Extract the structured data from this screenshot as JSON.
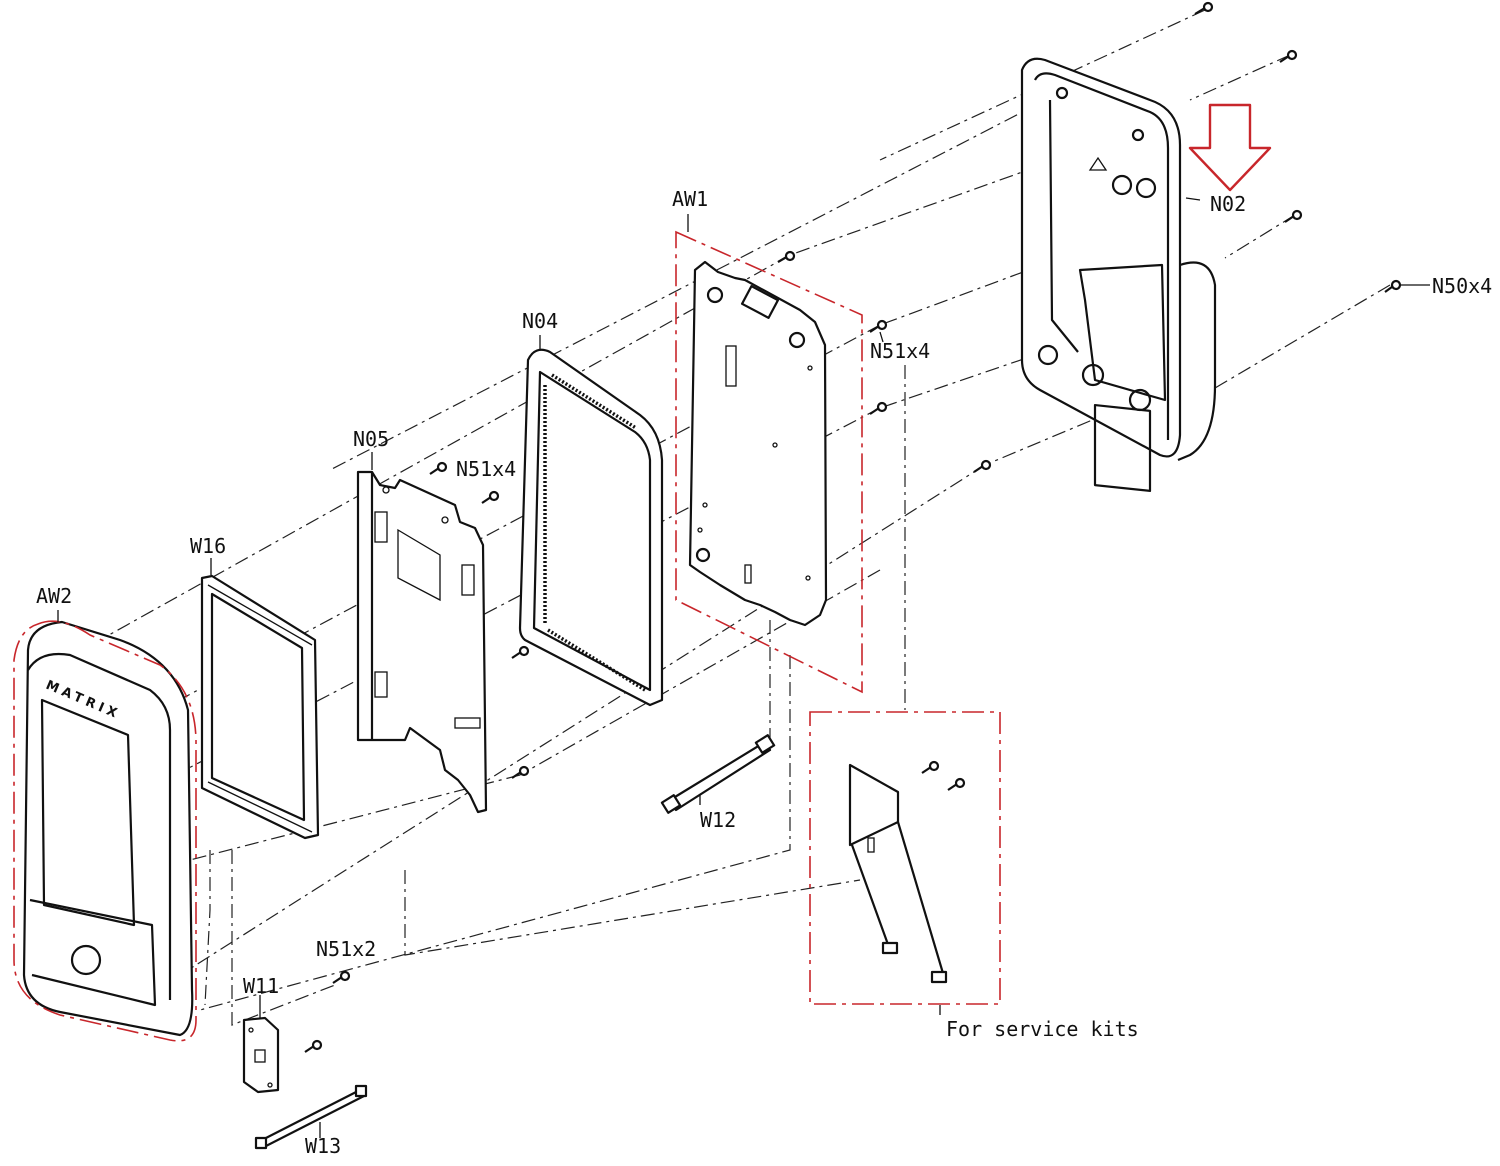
{
  "labels": {
    "aw2": "AW2",
    "w16": "W16",
    "n05": "N05",
    "n51x4_mid": "N51x4",
    "n04": "N04",
    "aw1": "AW1",
    "n51x4_right": "N51x4",
    "n02": "N02",
    "n50x4": "N50x4",
    "w12": "W12",
    "n51x2": "N51x2",
    "w11": "W11",
    "w13": "W13",
    "service_kits": "For service kits"
  },
  "brand_text": "MATRIX",
  "colors": {
    "line": "#111111",
    "highlight_red": "#c8262b",
    "background": "#ffffff"
  },
  "icons": {
    "arrow": "down-arrow-outline",
    "screw": "screw-icon",
    "recycle": "recycle-icon"
  }
}
